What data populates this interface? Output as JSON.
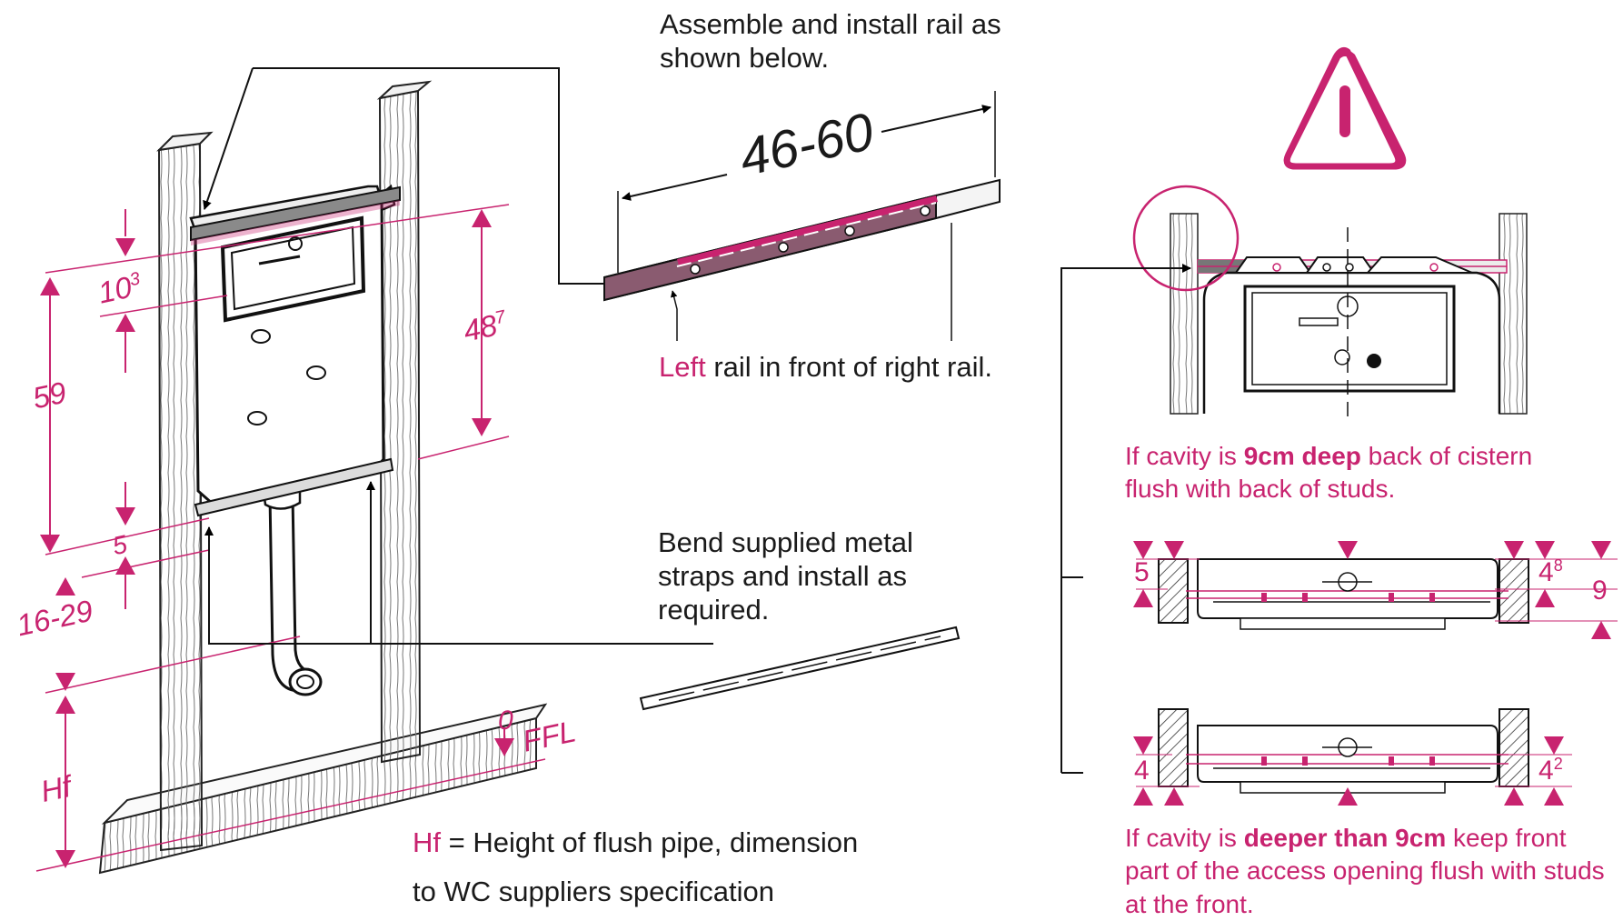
{
  "notes": {
    "rail_assemble": "Assemble and install rail as shown below.",
    "rail_left": "Left",
    "rail_rest": " rail in front of right rail.",
    "straps": "Bend supplied metal straps and install as required.",
    "hf_key": "Hf",
    "hf_rest": " = Height of flush pipe, dimension",
    "hf_rest2": "to WC suppliers specification"
  },
  "dimensions": {
    "rail_width": "46-60",
    "d10_base": "10",
    "d10_sup": "3",
    "d48_base": "48",
    "d48_sup": "7",
    "d59": "59",
    "d5": "5",
    "d16_29": "16-29",
    "hf": "Hf",
    "ffl_zero": "0",
    "ffl": "FFL"
  },
  "cavity_9": {
    "pre": "If  cavity is ",
    "bold": "9cm deep",
    "post": " back of cistern flush  with back of  studs.",
    "left_gap": "5",
    "right_gap_base": "4",
    "right_gap_sup": "8",
    "depth": "9"
  },
  "cavity_deeper": {
    "pre": "If  cavity  is  ",
    "bold": "deeper than 9cm",
    "post": " keep front part of the access opening flush with studs at the front.",
    "left_gap": "4",
    "right_gap_base": "4",
    "right_gap_sup": "2"
  },
  "colors": {
    "accent": "#c8236f",
    "line": "#1a1a1a",
    "panel": "#f4f4f4"
  },
  "icons": {
    "warning": "warning-triangle-icon"
  }
}
